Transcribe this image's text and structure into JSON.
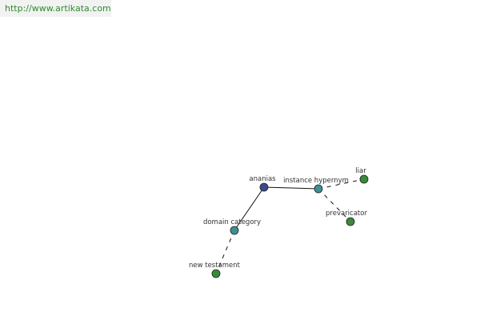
{
  "banner": {
    "url": "http://www.artikata.com"
  },
  "graph": {
    "nodes": [
      {
        "id": "ananias",
        "label": "ananias",
        "color": "#3b4a8c"
      },
      {
        "id": "instance-hypernym",
        "label": "instance hypernym",
        "color": "#3f9090"
      },
      {
        "id": "liar",
        "label": "liar",
        "color": "#3a8a3a"
      },
      {
        "id": "prevaricator",
        "label": "prevaricator",
        "color": "#3a8a3a"
      },
      {
        "id": "domain-category",
        "label": "domain category",
        "color": "#3f9090"
      },
      {
        "id": "new-testament",
        "label": "new testament",
        "color": "#3a8a3a"
      }
    ],
    "edges": [
      {
        "from": "ananias",
        "to": "instance-hypernym",
        "style": "solid"
      },
      {
        "from": "ananias",
        "to": "domain-category",
        "style": "solid"
      },
      {
        "from": "instance-hypernym",
        "to": "liar",
        "style": "dashed"
      },
      {
        "from": "instance-hypernym",
        "to": "prevaricator",
        "style": "dashed"
      },
      {
        "from": "domain-category",
        "to": "new-testament",
        "style": "dashed"
      }
    ]
  }
}
